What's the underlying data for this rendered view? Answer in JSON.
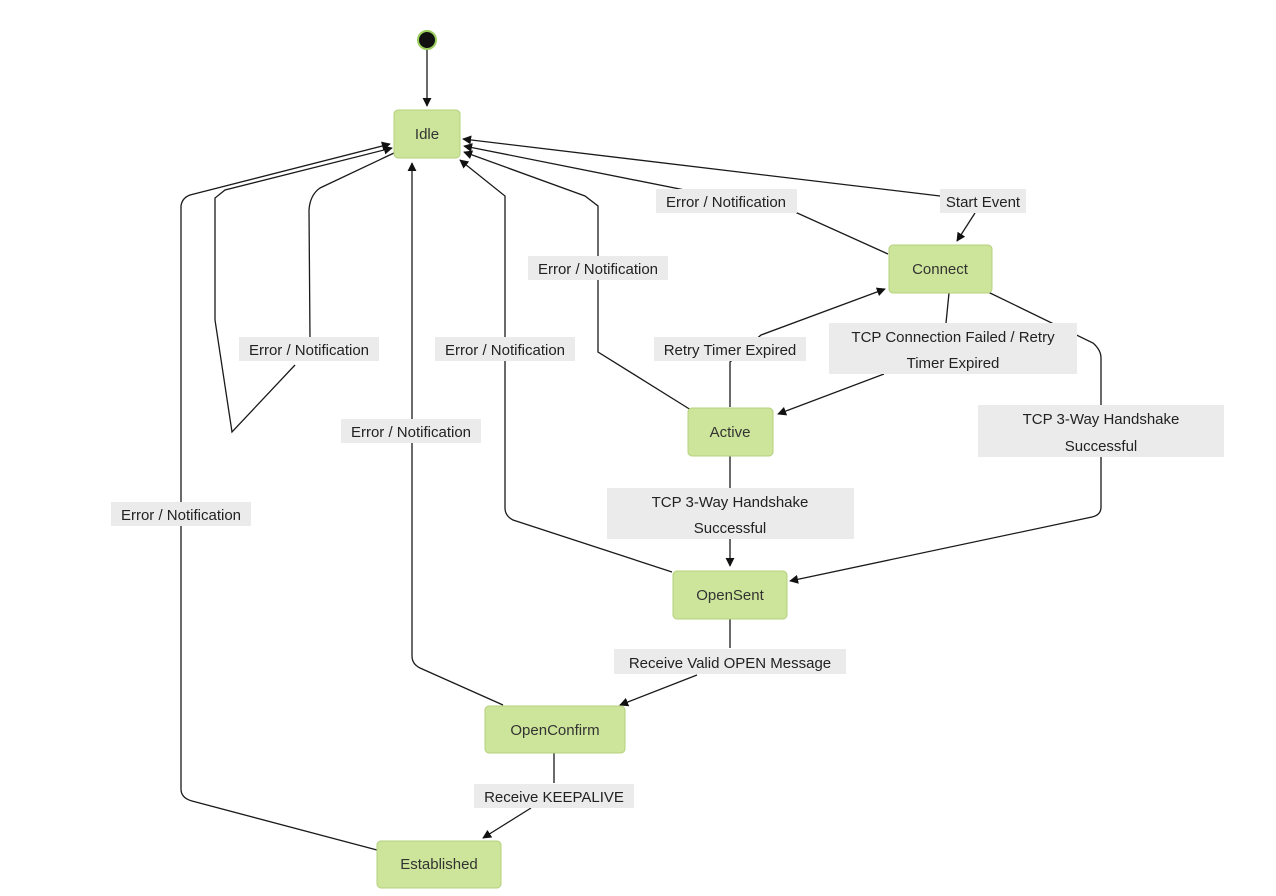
{
  "states": {
    "idle": "Idle",
    "connect": "Connect",
    "active": "Active",
    "opensent": "OpenSent",
    "openconfirm": "OpenConfirm",
    "established": "Established"
  },
  "transitions": {
    "start_event": "Start Event",
    "connect_error": "Error / Notification",
    "active_error": "Error / Notification",
    "retry_timer": "Retry Timer Expired",
    "tcp_failed_1": "TCP Connection Failed / Retry",
    "tcp_failed_2": "Timer Expired",
    "connect_handshake_1": "TCP 3-Way Handshake",
    "connect_handshake_2": "Successful",
    "active_handshake_1": "TCP 3-Way Handshake",
    "active_handshake_2": "Successful",
    "opensent_error": "Error / Notification",
    "openconfirm_error": "Error / Notification",
    "loop_error": "Error / Notification",
    "established_error": "Error / Notification",
    "receive_open": "Receive Valid OPEN Message",
    "receive_keepalive": "Receive KEEPALIVE"
  }
}
